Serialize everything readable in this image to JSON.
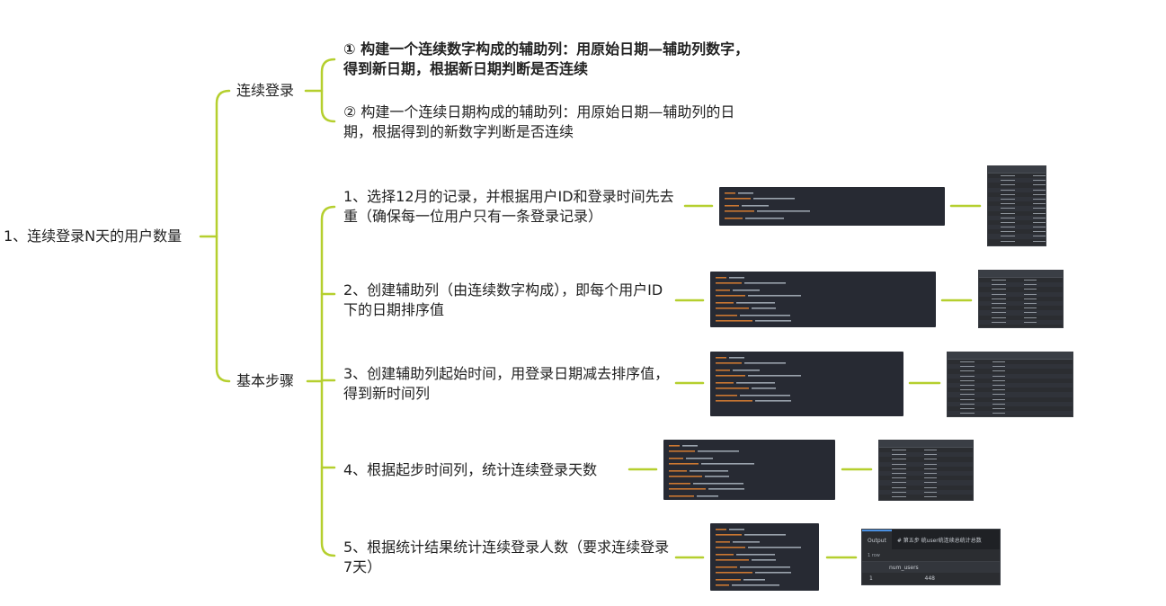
{
  "colors": {
    "branch": "#b5cf2e",
    "code_bg": "#272a33",
    "result_bg": "#2b2d31"
  },
  "root": "1、连续登录N天的用户数量",
  "branches": {
    "login": {
      "label": "连续登录",
      "items": [
        "① 构建一个连续数字构成的辅助列：用原始日期—辅助列数字，得到新日期，根据新日期判断是否连续",
        "② 构建一个连续日期构成的辅助列：用原始日期—辅助列的日期，根据得到的新数字判断是否连续"
      ]
    },
    "steps": {
      "label": "基本步骤",
      "items": [
        "1、选择12月的记录，并根据用户ID和登录时间先去重（确保每一位用户只有一条登录记录）",
        "2、创建辅助列（由连续数字构成），即每个用户ID下的日期排序值",
        "3、创建辅助列起始时间，用登录日期减去排序值，得到新时间列",
        "4、根据起步时间列，统计连续登录天数",
        "5、根据统计结果统计连续登录人数（要求连续登录7天）"
      ]
    }
  },
  "output_panel": {
    "tab_output": "Output",
    "tab_result": "# 第五步 统user统连续总统计总数",
    "rows_label": "1 row",
    "column": "num_users",
    "row_index": "1",
    "value": "448"
  }
}
